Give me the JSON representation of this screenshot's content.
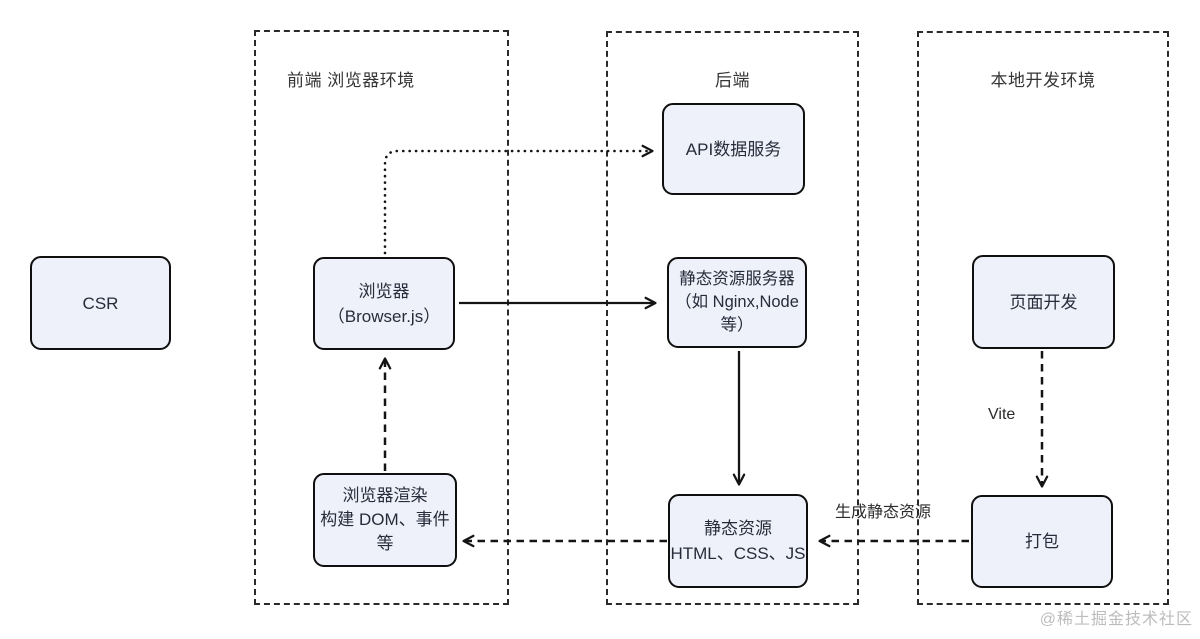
{
  "diagram": {
    "title_node": "CSR",
    "containers": {
      "frontend": {
        "label": "前端  浏览器环境"
      },
      "backend": {
        "label": "后端"
      },
      "local_dev": {
        "label": "本地开发环境"
      }
    },
    "nodes": {
      "csr": {
        "lines": [
          "CSR"
        ]
      },
      "browser": {
        "lines": [
          "浏览器",
          "（Browser.js）"
        ]
      },
      "api_service": {
        "lines": [
          "API数据服务"
        ]
      },
      "static_server": {
        "lines": [
          "静态资源服务器",
          "（如 Nginx,Node",
          "等）"
        ]
      },
      "static_assets": {
        "lines": [
          "静态资源",
          "HTML、CSS、JS"
        ]
      },
      "browser_render": {
        "lines": [
          "浏览器渲染",
          "构建 DOM、事件",
          "等"
        ]
      },
      "page_dev": {
        "lines": [
          "页面开发"
        ]
      },
      "bundle": {
        "lines": [
          "打包"
        ]
      }
    },
    "edge_labels": {
      "vite": "Vite",
      "generate_assets": "生成静态资源"
    },
    "watermark": "@稀土掘金技术社区",
    "colors": {
      "node_fill": "#eef1f9",
      "node_border": "#0f0f0f",
      "line": "#141414",
      "container_border": "#2a2a2a",
      "watermark": "#bcbcbc"
    }
  }
}
